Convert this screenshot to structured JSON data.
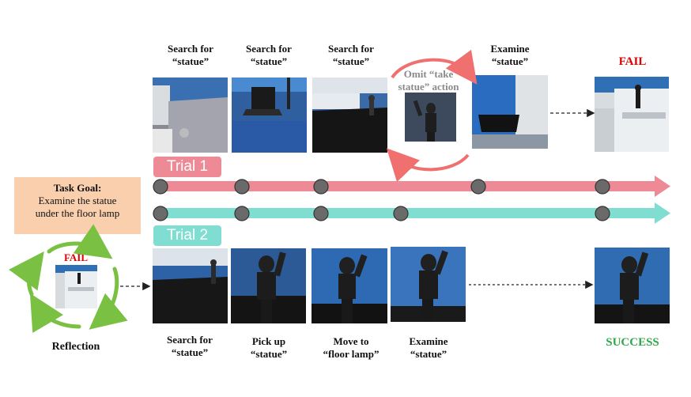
{
  "goal": {
    "title": "Task Goal:",
    "line1": "Examine the statue",
    "line2": "under the floor lamp"
  },
  "trial1": {
    "badge": "Trial 1",
    "color": "#ee8a95",
    "steps": [
      {
        "l1": "Search for",
        "l2": "“statue”"
      },
      {
        "l1": "Search for",
        "l2": "“statue”"
      },
      {
        "l1": "Search for",
        "l2": "“statue”"
      },
      {
        "l1": "Examine",
        "l2": "“statue”"
      }
    ],
    "omit": {
      "l1": "Omit “take",
      "l2": "statue” action"
    },
    "result": "FAIL",
    "result_color": "#e00000"
  },
  "trial2": {
    "badge": "Trial 2",
    "color": "#80ddd2",
    "steps": [
      {
        "l1": "Search for",
        "l2": "“statue”"
      },
      {
        "l1": "Pick up",
        "l2": "“statue”"
      },
      {
        "l1": "Move to",
        "l2": "“floor lamp”"
      },
      {
        "l1": "Examine",
        "l2": "“statue”"
      }
    ],
    "result": "SUCCESS",
    "result_color": "#2ea84a"
  },
  "reflection": {
    "label": "Reflection",
    "fail_text": "FAIL",
    "cycle_color": "#7ac143"
  },
  "icons": [
    "scene-thumbnail",
    "cycle-arrows-icon",
    "dashed-arrow-icon"
  ]
}
